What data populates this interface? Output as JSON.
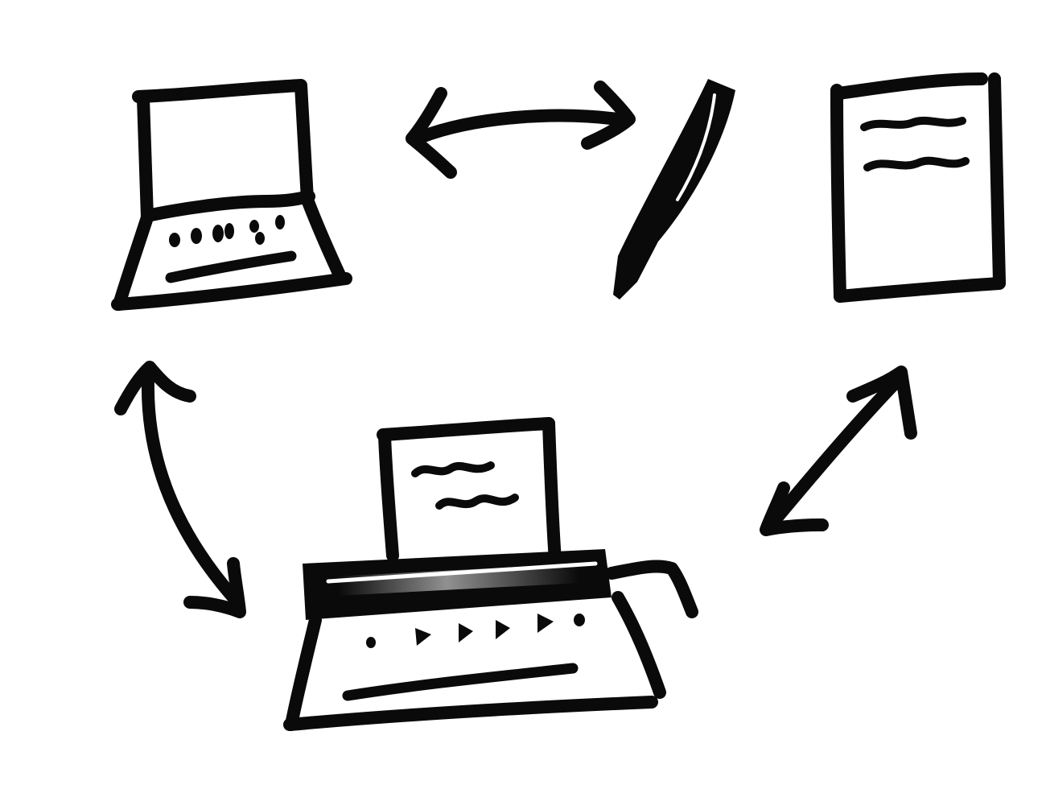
{
  "colors": {
    "ink": "#0a0a0a",
    "paper": "#ffffff",
    "highlight": "#ffffff"
  },
  "nodes": [
    {
      "id": "laptop",
      "icon": "laptop-icon"
    },
    {
      "id": "pen",
      "icon": "pen-icon"
    },
    {
      "id": "paper-document",
      "icon": "document-icon"
    },
    {
      "id": "typewriter",
      "icon": "typewriter-icon"
    }
  ],
  "connections": [
    {
      "from": "laptop",
      "to": "pen",
      "icon": "double-arrow-icon"
    },
    {
      "from": "laptop",
      "to": "typewriter",
      "icon": "double-arrow-icon"
    },
    {
      "from": "paper-document",
      "to": "typewriter",
      "icon": "double-arrow-icon"
    }
  ]
}
